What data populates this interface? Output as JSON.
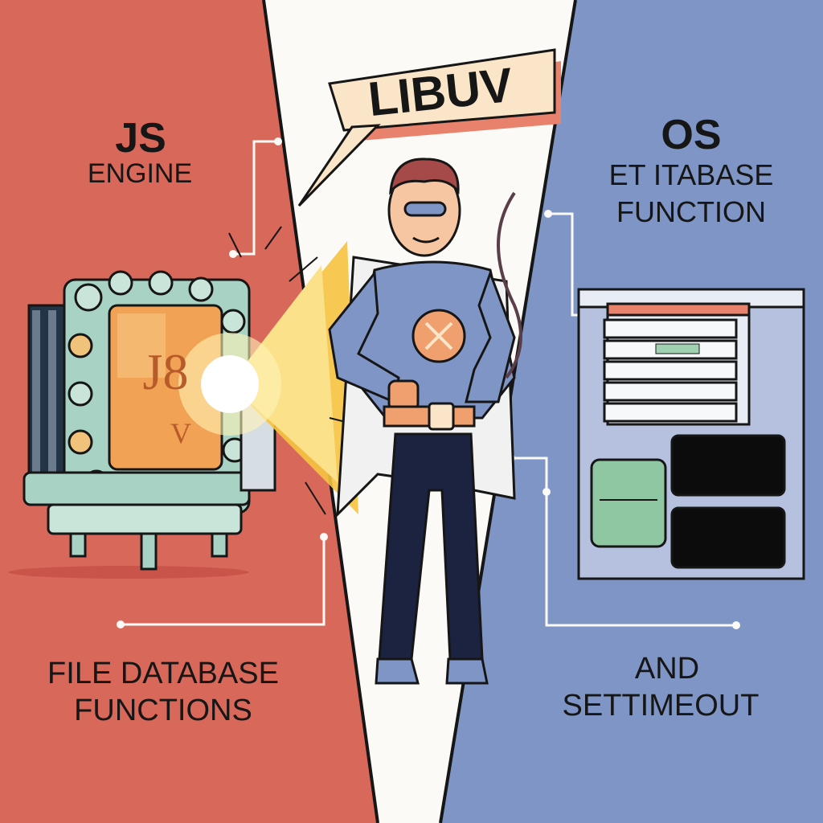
{
  "panels": {
    "left": {
      "title": "JS",
      "subtitle": "ENGINE",
      "chip_mark": "J8",
      "chip_sub": "V",
      "bottom_line1": "FILE DATABASE",
      "bottom_line2": "FUNCTIONS"
    },
    "center": {
      "bubble": "LIBUV"
    },
    "right": {
      "title": "OS",
      "subtitle_line1": "ET ITABASE",
      "subtitle_line2": "FUNCTION",
      "bottom_line1": "AND",
      "bottom_line2": "SETTIMEOUT"
    }
  },
  "colors": {
    "left_bg": "#d8685a",
    "center_bg": "#fbfaf6",
    "right_bg": "#7f95c6",
    "bubble_bg": "#fbe5c8",
    "bubble_shadow": "#e9826c",
    "ink": "#161616",
    "hero_suit": "#7f95c6",
    "hero_emblem": "#f0a06e",
    "server_green": "#8fc7a3",
    "server_black": "#0c0c0c"
  },
  "icons": [
    "engine-icon",
    "spark-icon",
    "hero-figure",
    "server-icon",
    "speech-bubble"
  ]
}
